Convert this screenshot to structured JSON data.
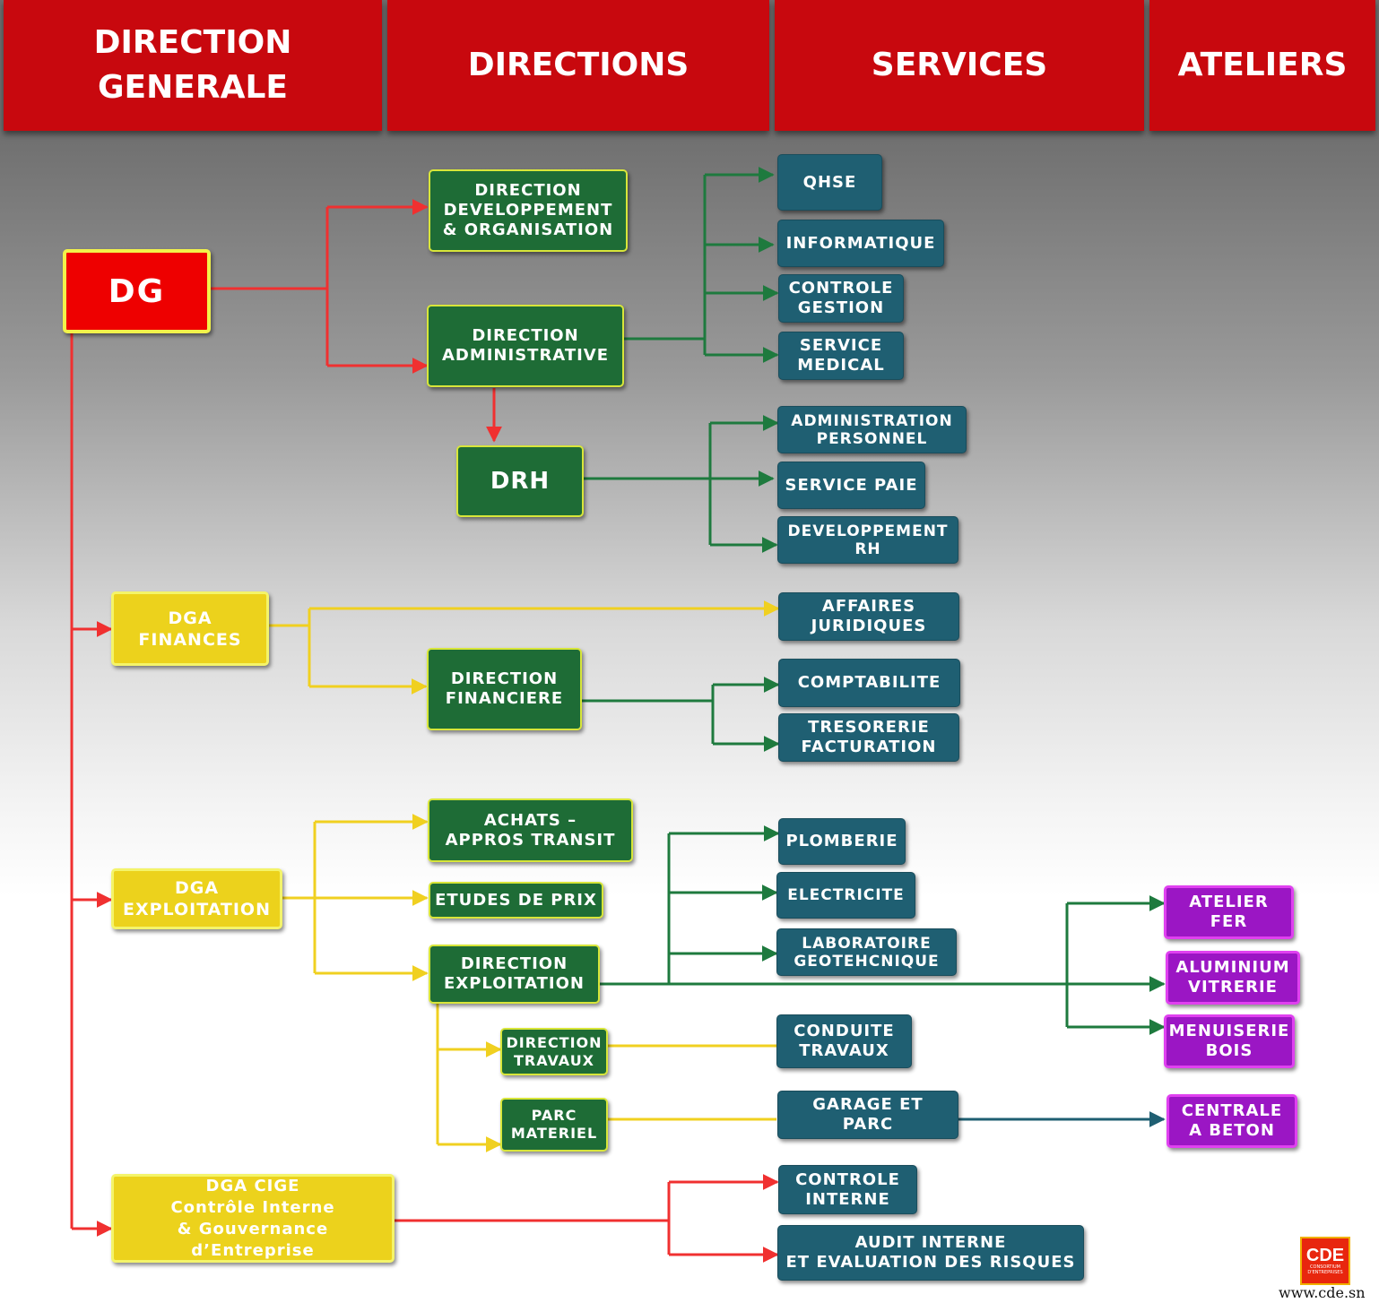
{
  "header": {
    "direction_generale": "DIRECTION\nGENERALE",
    "directions": "DIRECTIONS",
    "services": "SERVICES",
    "ateliers": "ATELIERS"
  },
  "boxes": {
    "dg": "DG",
    "dir_dev_org": "DIRECTION\nDEVELOPPEMENT\n& ORGANISATION",
    "dir_admin": "DIRECTION\nADMINISTRATIVE",
    "drh": "DRH",
    "qhse": "QHSE",
    "informatique": "INFORMATIQUE",
    "controle_gestion": "CONTROLE\nGESTION",
    "service_medical": "SERVICE\nMEDICAL",
    "admin_personnel": "ADMINISTRATION\nPERSONNEL",
    "service_paie": "SERVICE PAIE",
    "dev_rh": "DEVELOPPEMENT\nRH",
    "dga_finances": "DGA\nFINANCES",
    "affaires_juridiques": "AFFAIRES\nJURIDIQUES",
    "dir_financiere": "DIRECTION\nFINANCIERE",
    "comptabilite": "COMPTABILITE",
    "tresorerie": "TRESORERIE\nFACTURATION",
    "achats": "ACHATS –\nAPPROS TRANSIT",
    "dga_exploitation": "DGA\nEXPLOITATION",
    "etudes_prix": "ETUDES DE PRIX",
    "dir_exploitation": "DIRECTION\nEXPLOITATION",
    "plomberie": "PLOMBERIE",
    "electricite": "ELECTRICITE",
    "laboratoire": "LABORATOIRE\nGEOTEHCNIQUE",
    "atelier_fer": "ATELIER\nFER",
    "aluminium": "ALUMINIUM\nVITRERIE",
    "menuiserie": "MENUISERIE\nBOIS",
    "dir_travaux": "DIRECTION\nTRAVAUX",
    "conduite_travaux": "CONDUITE\nTRAVAUX",
    "parc_materiel": "PARC\nMATERIEL",
    "garage_parc": "GARAGE ET\nPARC",
    "centrale_beton": "CENTRALE\nA BETON",
    "dga_cige": "DGA CIGE\nContrôle Interne\n& Gouvernance d’Entreprise",
    "controle_interne": "CONTROLE\nINTERNE",
    "audit_interne": "AUDIT INTERNE\nET EVALUATION DES RISQUES"
  },
  "logo": {
    "text": "CDE",
    "subtitle": "CONSORTIUM\nD'ENTREPRISES"
  },
  "website": "www.cde.sn",
  "colors": {
    "header_red": "#c8080e",
    "dg_red": "#ee0000",
    "direction_green": "#1e6c36",
    "service_teal": "#1f5f72",
    "dga_yellow": "#ecd21c",
    "atelier_purple": "#9b16c4",
    "line_red": "#f03030",
    "line_green": "#1e7a3e",
    "line_yellow": "#f0d020",
    "line_teal": "#1f5f72"
  }
}
